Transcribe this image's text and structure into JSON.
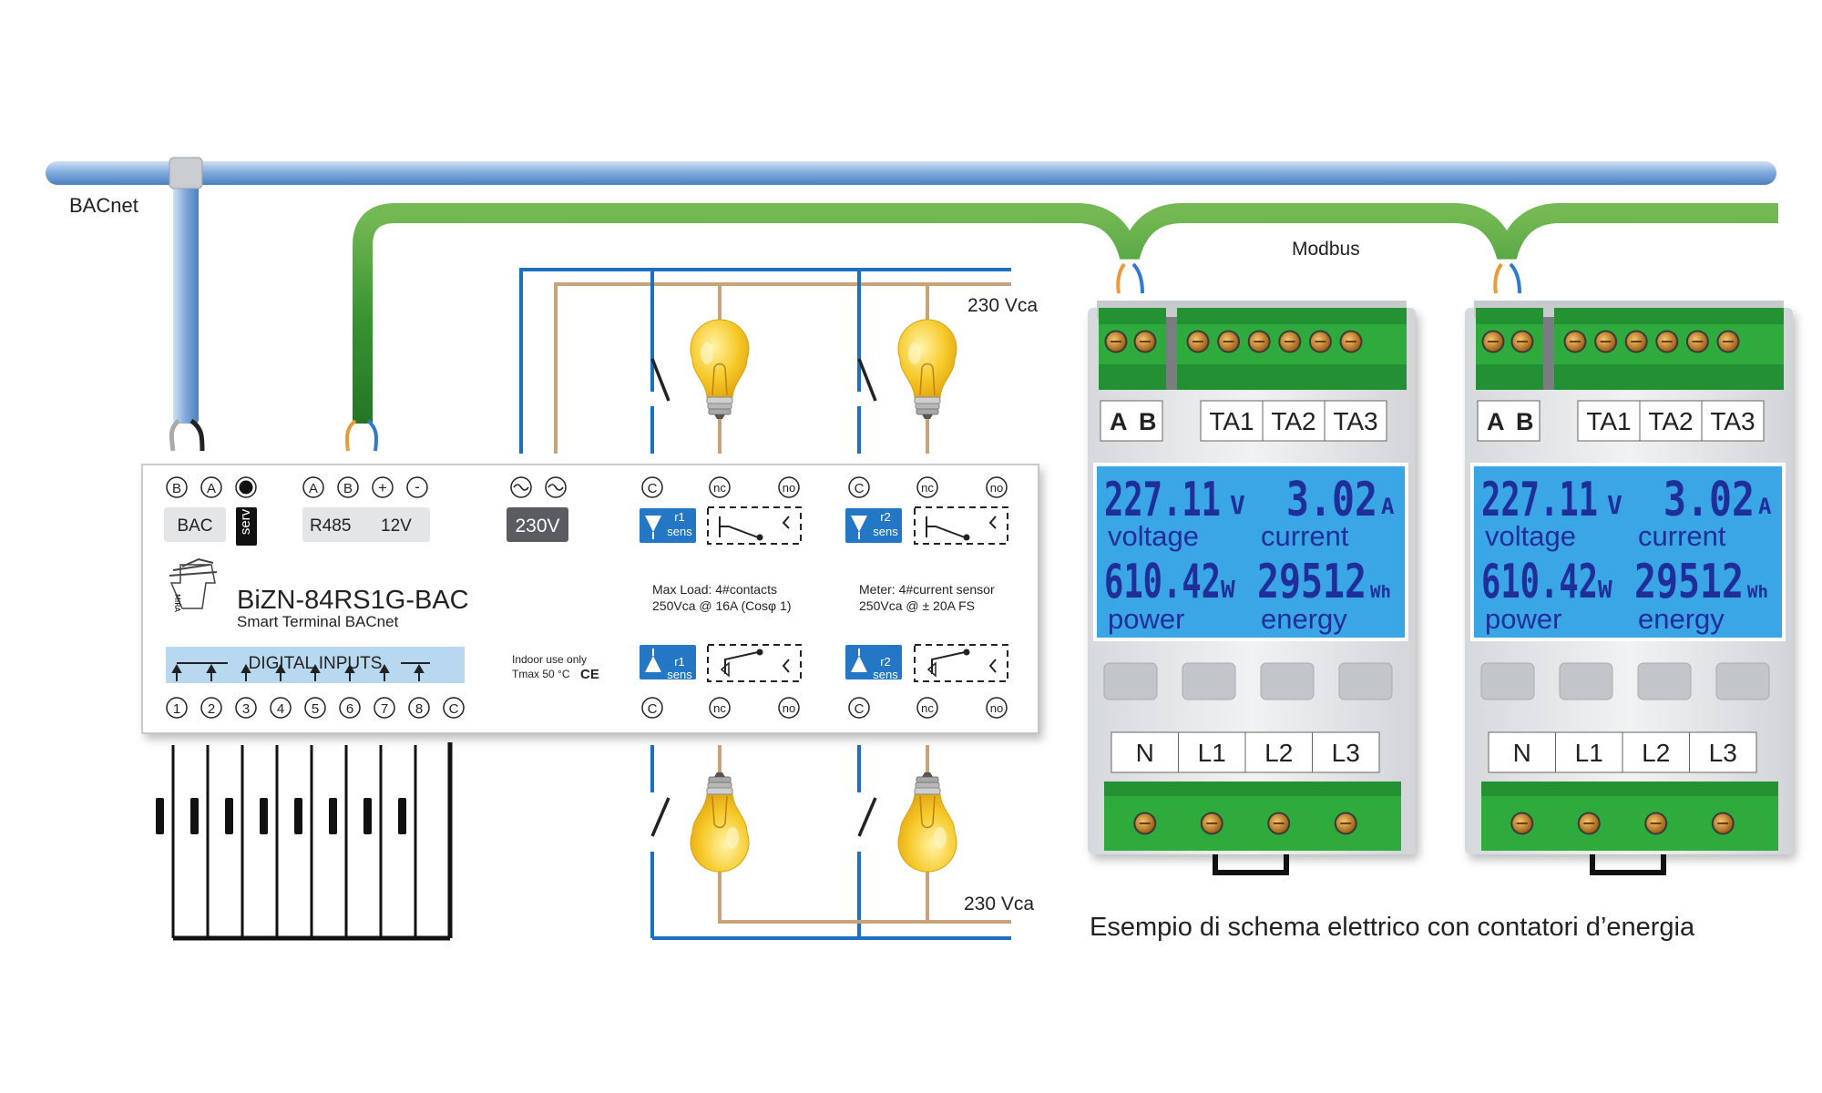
{
  "labels": {
    "bacnet": "BACnet",
    "modbus": "Modbus",
    "vca_top": "230 Vca",
    "vca_bottom": "230 Vca",
    "caption": "Esempio di schema elettrico con contatori d’energia"
  },
  "controller": {
    "model": "BiZN-84RS1G-BAC",
    "subtitle": "Smart Terminal BACnet",
    "logo_text": "MIRA",
    "bac_terms": [
      "B",
      "A"
    ],
    "rs485_terms": [
      "A",
      "B",
      "+",
      "-"
    ],
    "bac_label": "BAC",
    "serv_label": "serv",
    "r485_label": "R485",
    "v12_label": "12V",
    "v230_label": "230V",
    "no_terms": [
      "C",
      "nc",
      "no"
    ],
    "r1_label": "r1",
    "r2_label": "r2",
    "sens_label": "sens",
    "max_load_1": "Max Load:  4#contacts",
    "max_load_2": "250Vca @ 16A (Cosφ 1)",
    "meter_1": "Meter: 4#current sensor",
    "meter_2": "250Vca @  ± 20A FS",
    "digital_inputs": "DIGITAL  INPUTS",
    "indoor": "Indoor use only",
    "tmax": "Tmax 50 °C",
    "ce": "CE",
    "di_terms": [
      "1",
      "2",
      "3",
      "4",
      "5",
      "6",
      "7",
      "8",
      "C"
    ]
  },
  "meters": [
    {
      "top_terms": [
        "A",
        "B",
        "TA1",
        "TA2",
        "TA3"
      ],
      "bottom_terms": [
        "N",
        "L1",
        "L2",
        "L3"
      ],
      "voltage": "227.11",
      "voltage_unit": "V",
      "current": "3.02",
      "current_unit": "A",
      "power": "610.42",
      "power_unit": "W",
      "energy": "29512",
      "energy_unit": "Wh",
      "voltage_label": "voltage",
      "current_label": "current",
      "power_label": "power",
      "energy_label": "energy"
    },
    {
      "top_terms": [
        "A",
        "B",
        "TA1",
        "TA2",
        "TA3"
      ],
      "bottom_terms": [
        "N",
        "L1",
        "L2",
        "L3"
      ],
      "voltage": "227.11",
      "voltage_unit": "V",
      "current": "3.02",
      "current_unit": "A",
      "power": "610.42",
      "power_unit": "W",
      "energy": "29512",
      "energy_unit": "Wh",
      "voltage_label": "voltage",
      "current_label": "current",
      "power_label": "power",
      "energy_label": "energy"
    }
  ],
  "colors": {
    "bacnet_cable": "#8fb4e0",
    "modbus_cable": "#3f9a3a",
    "wire_blue": "#1f6fc0",
    "wire_brown": "#c9a27a",
    "terminal_green": "#2faa3c",
    "lcd_bg": "#3aa6e6",
    "lcd_text": "#1f2e99",
    "lamp": "#f6c928",
    "label_bar": "#b8d8f0",
    "relay_badge": "#2477c4"
  }
}
